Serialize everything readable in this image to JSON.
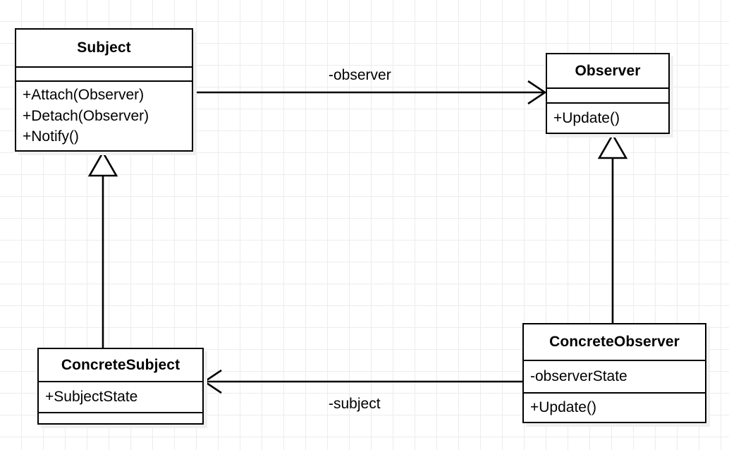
{
  "diagram": {
    "kind": "uml-class-diagram",
    "pattern": "Observer",
    "background": "#ffffff",
    "grid_color": "#ececec",
    "line_color": "#000000",
    "shadow_color": "#f0f0f0",
    "classes": [
      {
        "id": "subject",
        "name": "Subject",
        "attributes": [],
        "operations": [
          "+Attach(Observer)",
          "+Detach(Observer)",
          "+Notify()"
        ]
      },
      {
        "id": "observer",
        "name": "Observer",
        "attributes": [],
        "operations": [
          "+Update()"
        ]
      },
      {
        "id": "concrete-subject",
        "name": "ConcreteSubject",
        "attributes": [
          "+SubjectState"
        ],
        "operations": []
      },
      {
        "id": "concrete-observer",
        "name": "ConcreteObserver",
        "attributes": [
          "-observerState"
        ],
        "operations": [
          "+Update()"
        ]
      }
    ],
    "relationships": [
      {
        "id": "subject-observer",
        "type": "association",
        "from": "subject",
        "to": "observer",
        "label": "-observer",
        "arrowhead": "open"
      },
      {
        "id": "concrete-observer-concrete-subject",
        "type": "association",
        "from": "concrete-observer",
        "to": "concrete-subject",
        "label": "-subject",
        "arrowhead": "open"
      },
      {
        "id": "concrete-subject-subject",
        "type": "generalization",
        "from": "concrete-subject",
        "to": "subject",
        "label": "",
        "arrowhead": "hollow-triangle"
      },
      {
        "id": "concrete-observer-observer",
        "type": "generalization",
        "from": "concrete-observer",
        "to": "observer",
        "label": "",
        "arrowhead": "hollow-triangle"
      }
    ]
  }
}
